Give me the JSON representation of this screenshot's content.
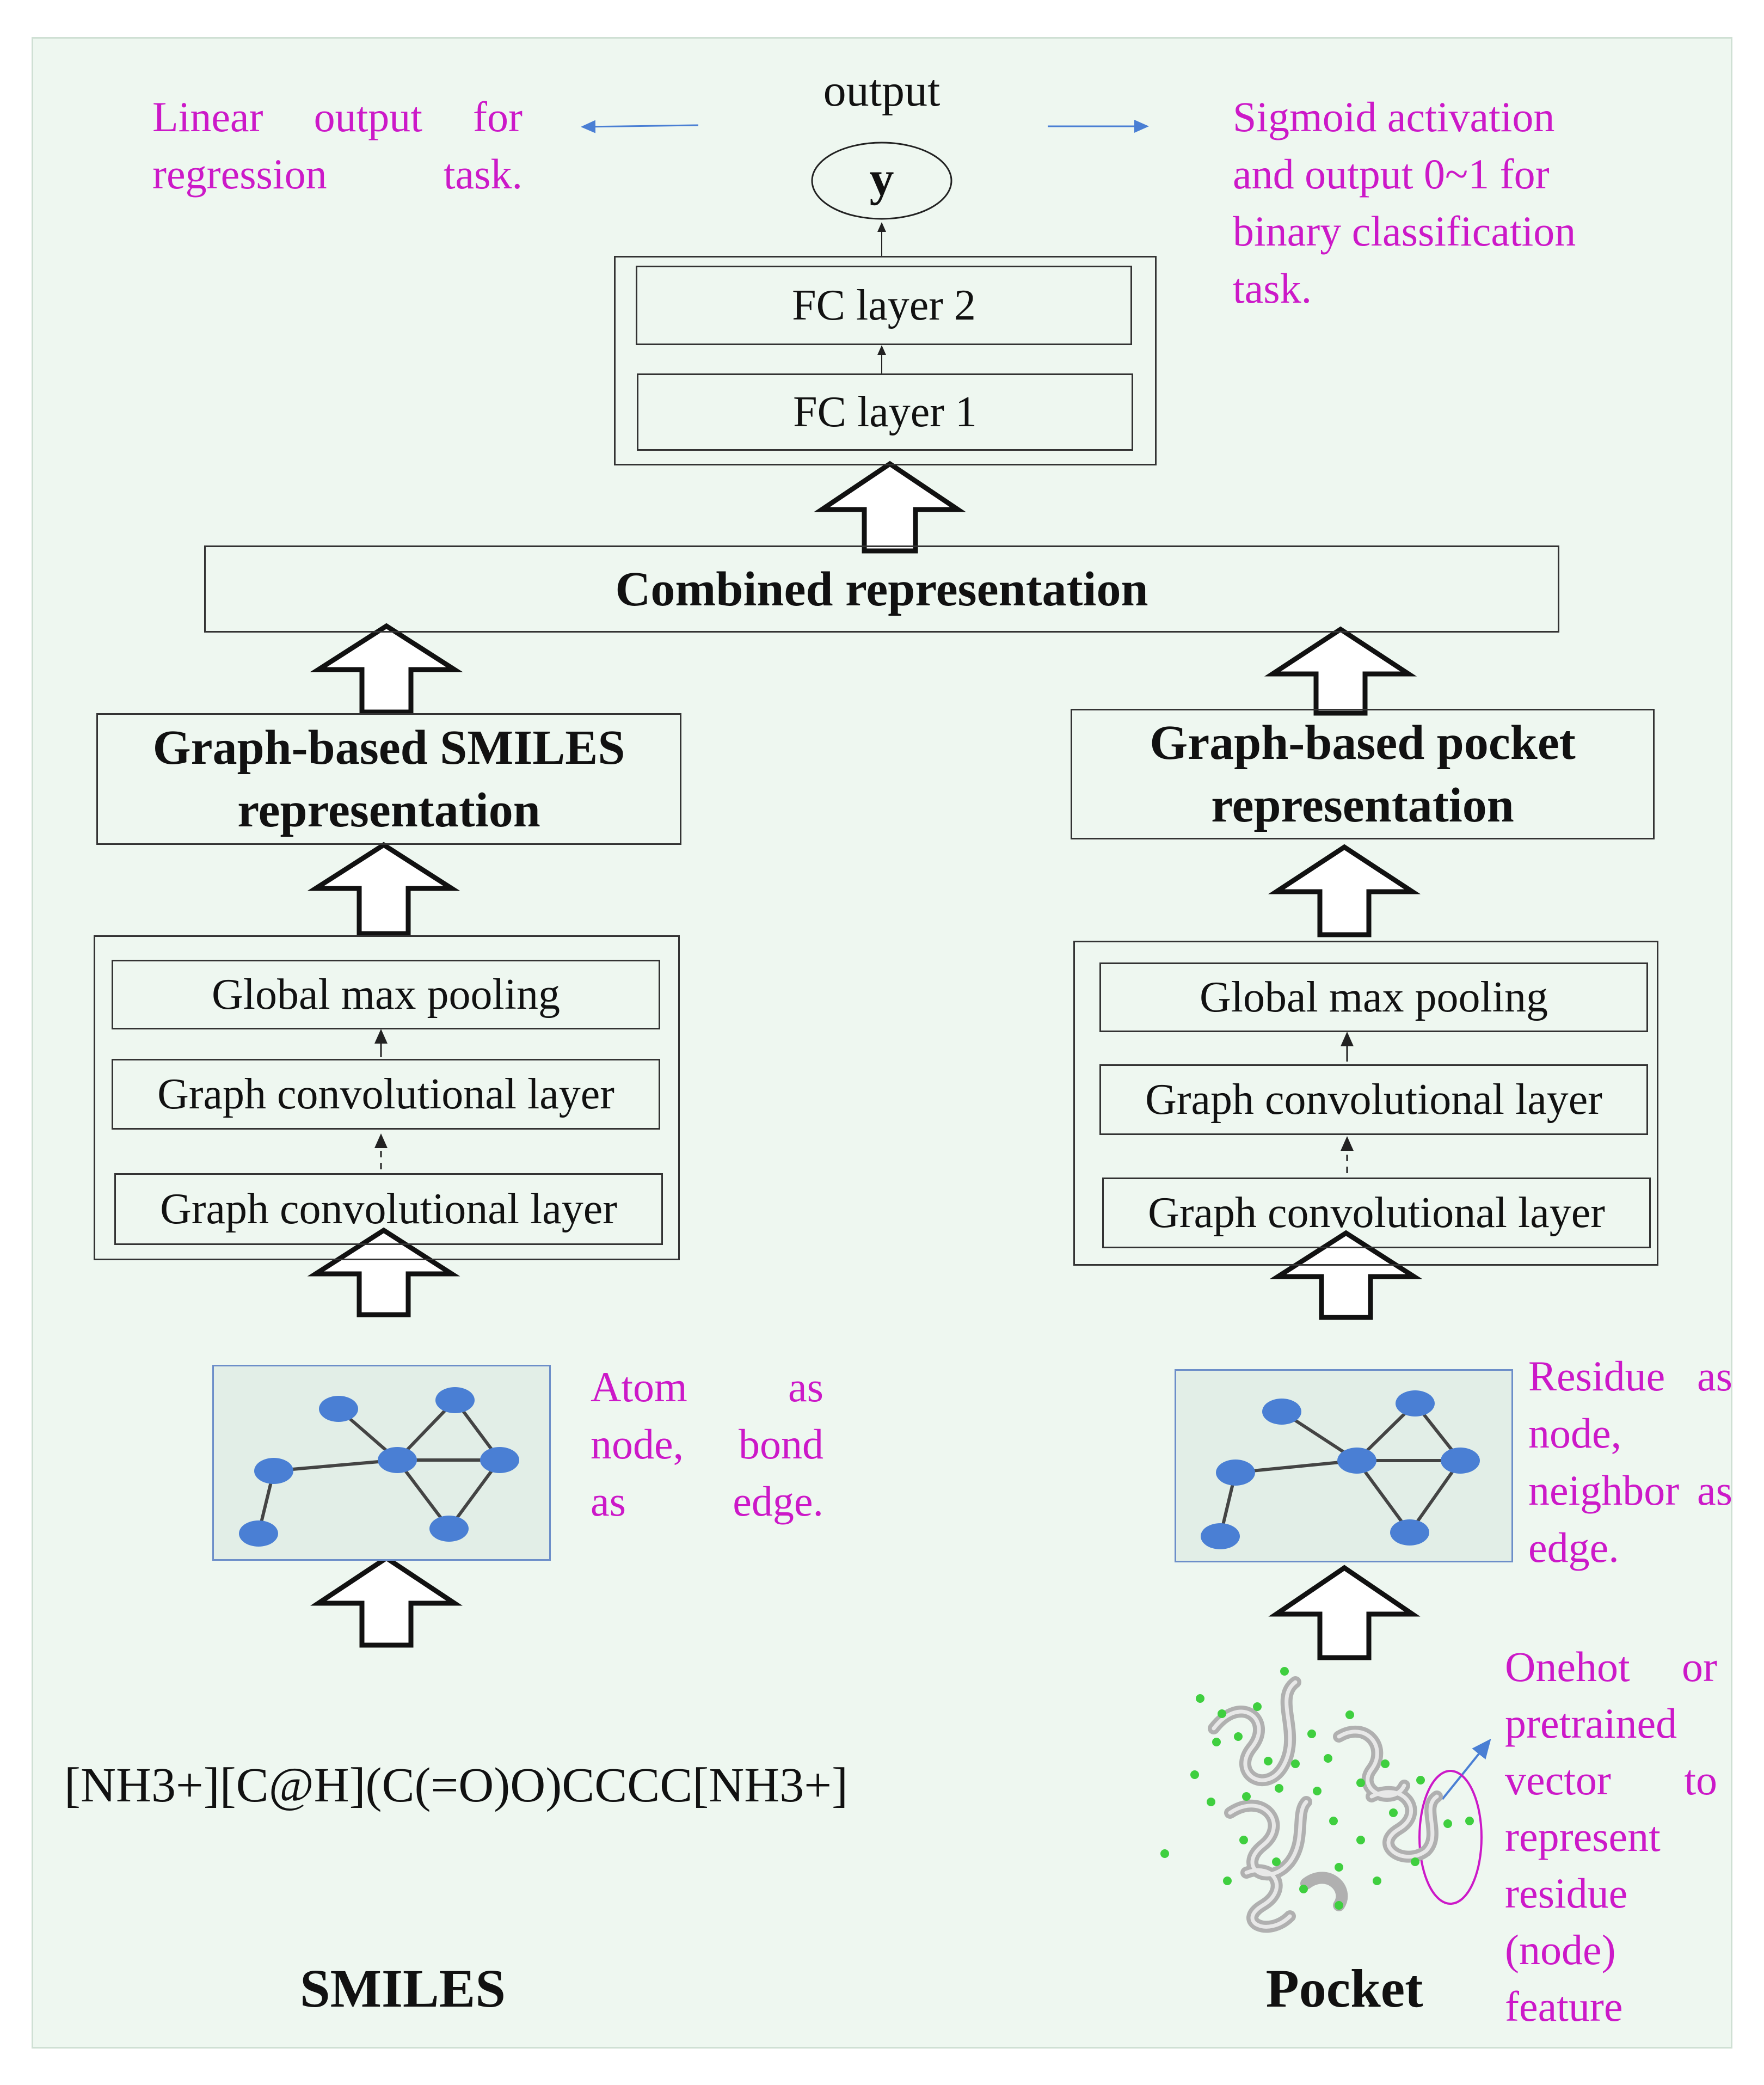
{
  "output": {
    "label": "output",
    "node": "y",
    "left_note": "Linear output for regression task.",
    "right_note": "Sigmoid activation and output 0~1 for binary classification task."
  },
  "fc": {
    "layer2": "FC layer 2",
    "layer1": "FC layer 1"
  },
  "combined": "Combined representation",
  "smiles_branch": {
    "representation": "Graph-based SMILES representation",
    "pooling": "Global max pooling",
    "conv_top": "Graph convolutional layer",
    "conv_bottom": "Graph convolutional layer",
    "graph_note": "Atom as node, bond as edge.",
    "smiles_string": "[NH3+][C@H](C(=O)O)CCCC[NH3+]",
    "input_label": "SMILES"
  },
  "pocket_branch": {
    "representation": "Graph-based pocket representation",
    "pooling": "Global max pooling",
    "conv_top": "Graph convolutional layer",
    "conv_bottom": "Graph convolutional layer",
    "graph_note": "Residue as node, neighbor as edge.",
    "feature_note": "Onehot or pretrained vector to represent residue (node) feature",
    "input_label": "Pocket"
  },
  "colors": {
    "background": "#eef7f0",
    "annotation": "#cc19c8",
    "node": "#4a7fd4",
    "edge": "#444444",
    "small_arrow": "#4a7fd4"
  }
}
